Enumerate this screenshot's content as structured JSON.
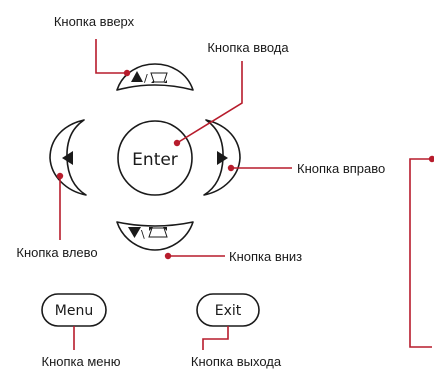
{
  "labels": {
    "up": "Кнопка вверх",
    "enter": "Кнопка ввода",
    "right": "Кнопка вправо",
    "left": "Кнопка влево",
    "down": "Кнопка вниз",
    "menu": "Кнопка меню",
    "exit": "Кнопка выхода"
  },
  "buttons": {
    "enter": "Enter",
    "menu": "Menu",
    "exit": "Exit"
  },
  "icons": {
    "up": "triangle-up-keystone-up-icon",
    "down": "triangle-down-keystone-down-icon",
    "left": "triangle-left-icon",
    "right": "triangle-right-icon"
  },
  "colors": {
    "leader": "#b71c2c",
    "outline": "#1a1a1a"
  }
}
